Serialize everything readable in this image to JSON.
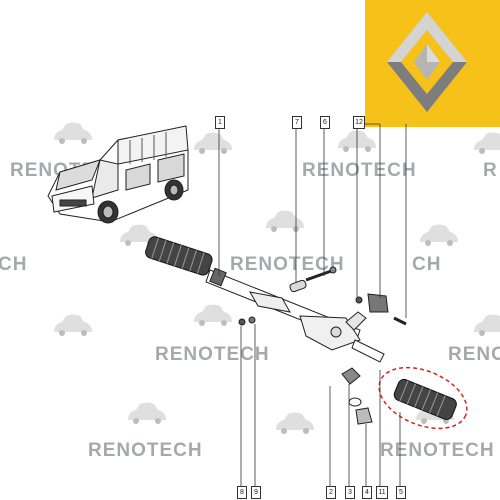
{
  "watermark": {
    "brand": "RENOTECH",
    "brand_partial": "CH",
    "brand_tail": "R"
  },
  "logo": {
    "icon": "renault-diamond-icon",
    "background": "#f6c21a",
    "diamond_color": "#9a9a9a"
  },
  "callouts": {
    "c1": "1",
    "c7": "7",
    "c6": "6",
    "c12": "12",
    "c8": "8",
    "c9": "9",
    "c2": "2",
    "c3": "3",
    "c4": "4",
    "c11": "11",
    "c5": "5"
  },
  "highlight_color": "#d9231d"
}
